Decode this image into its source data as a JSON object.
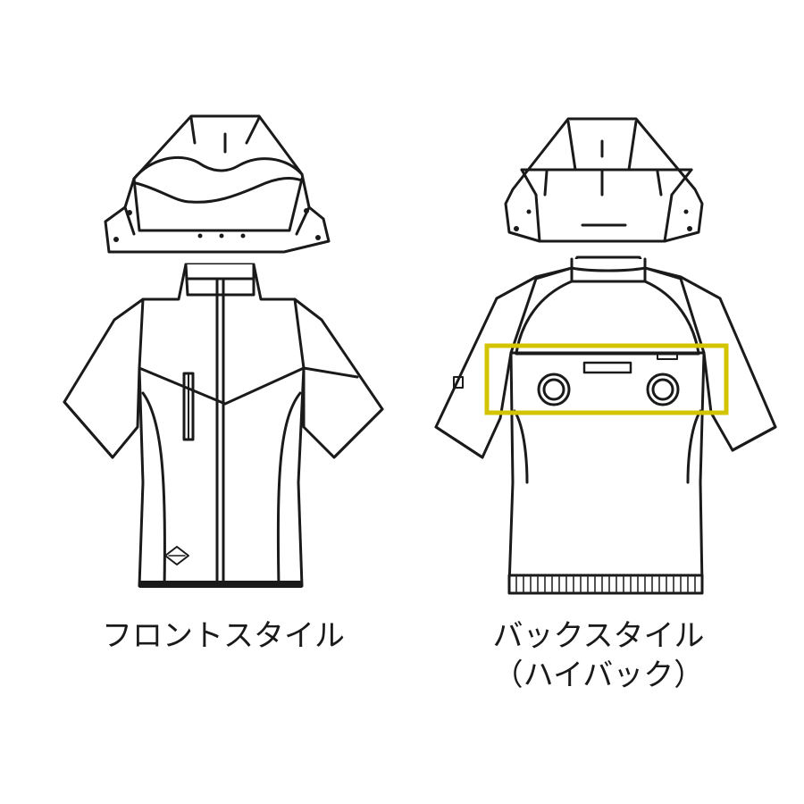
{
  "captions": {
    "front_style": "フロントスタイル",
    "back_style": "バックスタイル",
    "back_style_sub": "（ハイバック）"
  },
  "colors": {
    "line": "#1a1a1a",
    "highlight": "#d4c400",
    "background": "#ffffff"
  }
}
